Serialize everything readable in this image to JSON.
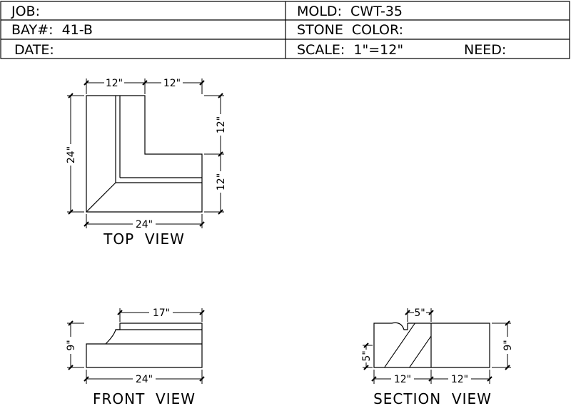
{
  "title_block": {
    "job_label": "JOB:",
    "bay_label": "BAY#:  41-B",
    "date_label": "DATE:",
    "mold_label": "MOLD:  CWT-35",
    "stone_color_label": "STONE  COLOR:",
    "scale_label": "SCALE:  1\"=12\"",
    "need_label": "NEED:"
  },
  "top_view": {
    "title": "TOP  VIEW",
    "dim_top_left": "12\"",
    "dim_top_right": "12\"",
    "dim_left": "24\"",
    "dim_right_upper": "12\"",
    "dim_right_lower": "12\"",
    "dim_bottom": "24\""
  },
  "front_view": {
    "title": "FRONT  VIEW",
    "dim_top": "17\"",
    "dim_left": "9\"",
    "dim_bottom": "24\""
  },
  "section_view": {
    "title": "SECTION  VIEW",
    "dim_top": "5\"",
    "dim_left": "5\"",
    "dim_right": "9\"",
    "dim_bottom_left": "12\"",
    "dim_bottom_right": "12\""
  }
}
